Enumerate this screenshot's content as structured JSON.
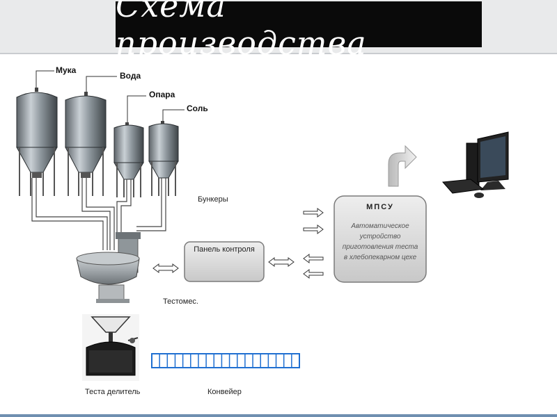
{
  "title": "Схема производства",
  "tanks": {
    "flour": "Мука",
    "water": "Вода",
    "starter": "Опара",
    "salt": "Соль"
  },
  "labels": {
    "bunkers": "Бункеры",
    "mixer": "Тестомес.",
    "divider": "Теста делитель",
    "conveyor": "Конвейер",
    "control_panel": "Панель контроля"
  },
  "mpsu": {
    "title": "МПСУ",
    "description": "Автоматическое устройство приготовления теста в хлебопекарном цехе"
  },
  "colors": {
    "title_bg": "#0a0a0a",
    "conveyor": "#1f6fd1",
    "box_fill": "#d6d6d6"
  },
  "icons": {
    "computer": "computer-icon",
    "arrow": "curved-arrow-icon"
  }
}
